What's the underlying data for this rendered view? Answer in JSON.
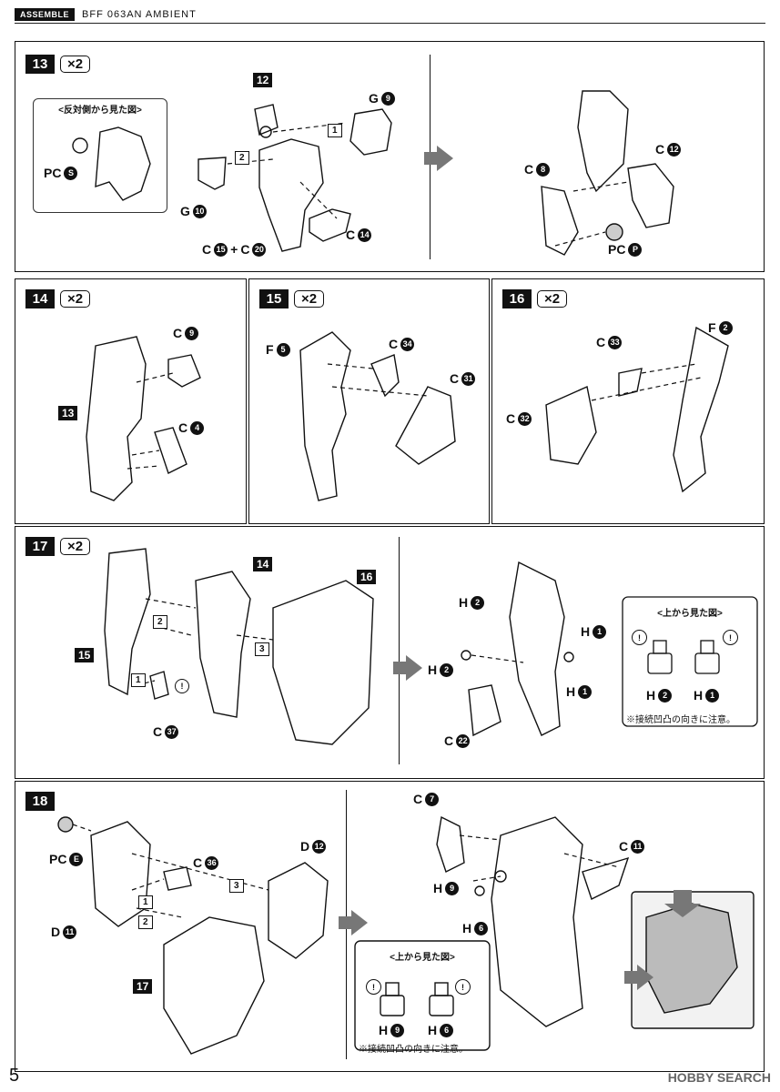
{
  "header": {
    "tag": "ASSEMBLE",
    "model": "BFF 063AN AMBIENT"
  },
  "steps": {
    "s13": {
      "num": "13",
      "mult": "×2",
      "view_title": "<反対側から見た図>",
      "pc_s": "S",
      "part12": "12",
      "g9": "9",
      "g10": "10",
      "c15": "15",
      "c20": "20",
      "c14": "14",
      "c8": "8",
      "c12": "12",
      "pc_p": "P",
      "n1": "1",
      "n2": "2",
      "plus": "+"
    },
    "s14": {
      "num": "14",
      "mult": "×2",
      "c9": "9",
      "ref13": "13",
      "c4": "4"
    },
    "s15": {
      "num": "15",
      "mult": "×2",
      "f5": "5",
      "c34": "34",
      "c31": "31"
    },
    "s16": {
      "num": "16",
      "mult": "×2",
      "c33": "33",
      "f2": "2",
      "c32": "32"
    },
    "s17": {
      "num": "17",
      "mult": "×2",
      "ref14": "14",
      "ref16": "16",
      "ref15": "15",
      "c37": "37",
      "n1": "1",
      "n2": "2",
      "n3": "3",
      "h2": "2",
      "h1": "1",
      "c22": "22",
      "view_title": "<上から見た図>",
      "note": "※接続凹凸の向きに注意。"
    },
    "s18": {
      "num": "18",
      "pc_e": "E",
      "c36": "36",
      "d12": "12",
      "d11": "11",
      "ref17": "17",
      "n1": "1",
      "n2": "2",
      "n3": "3",
      "c7": "7",
      "c11": "11",
      "h9": "9",
      "h6": "6",
      "view_title": "<上から見た図>",
      "note": "※接続凹凸の向きに注意。"
    }
  },
  "letters": {
    "PC": "PC",
    "G": "G",
    "C": "C",
    "F": "F",
    "D": "D",
    "H": "H",
    "exclaim": "!"
  },
  "footer": {
    "page": "5",
    "watermark": "HOBBY SEARCH"
  }
}
